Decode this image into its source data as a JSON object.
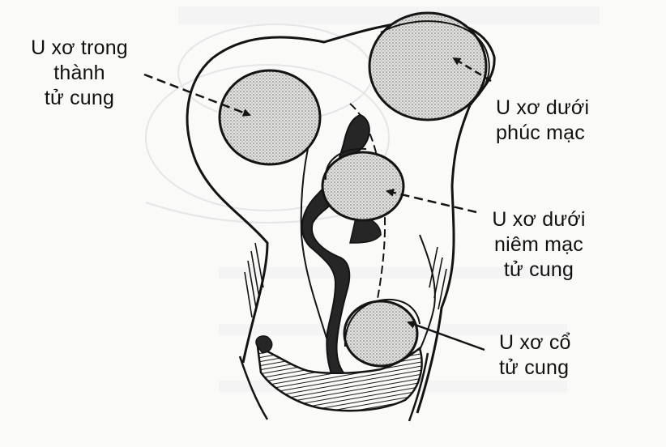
{
  "labels": {
    "intramural": "U xơ trong\nthành\ntử cung",
    "subserosal": "U xơ dưới\nphúc mạc",
    "submucosal": "U xơ dưới\nniêm mạc\ntử cung",
    "cervical": "U xơ cổ\ntử cung"
  },
  "colors": {
    "ink": "#141414",
    "paper": "#fafaf8",
    "fibroid_fill": "#d4d4d0",
    "cavity_fill": "#262626",
    "ghost_print": "#cfd3d8"
  }
}
